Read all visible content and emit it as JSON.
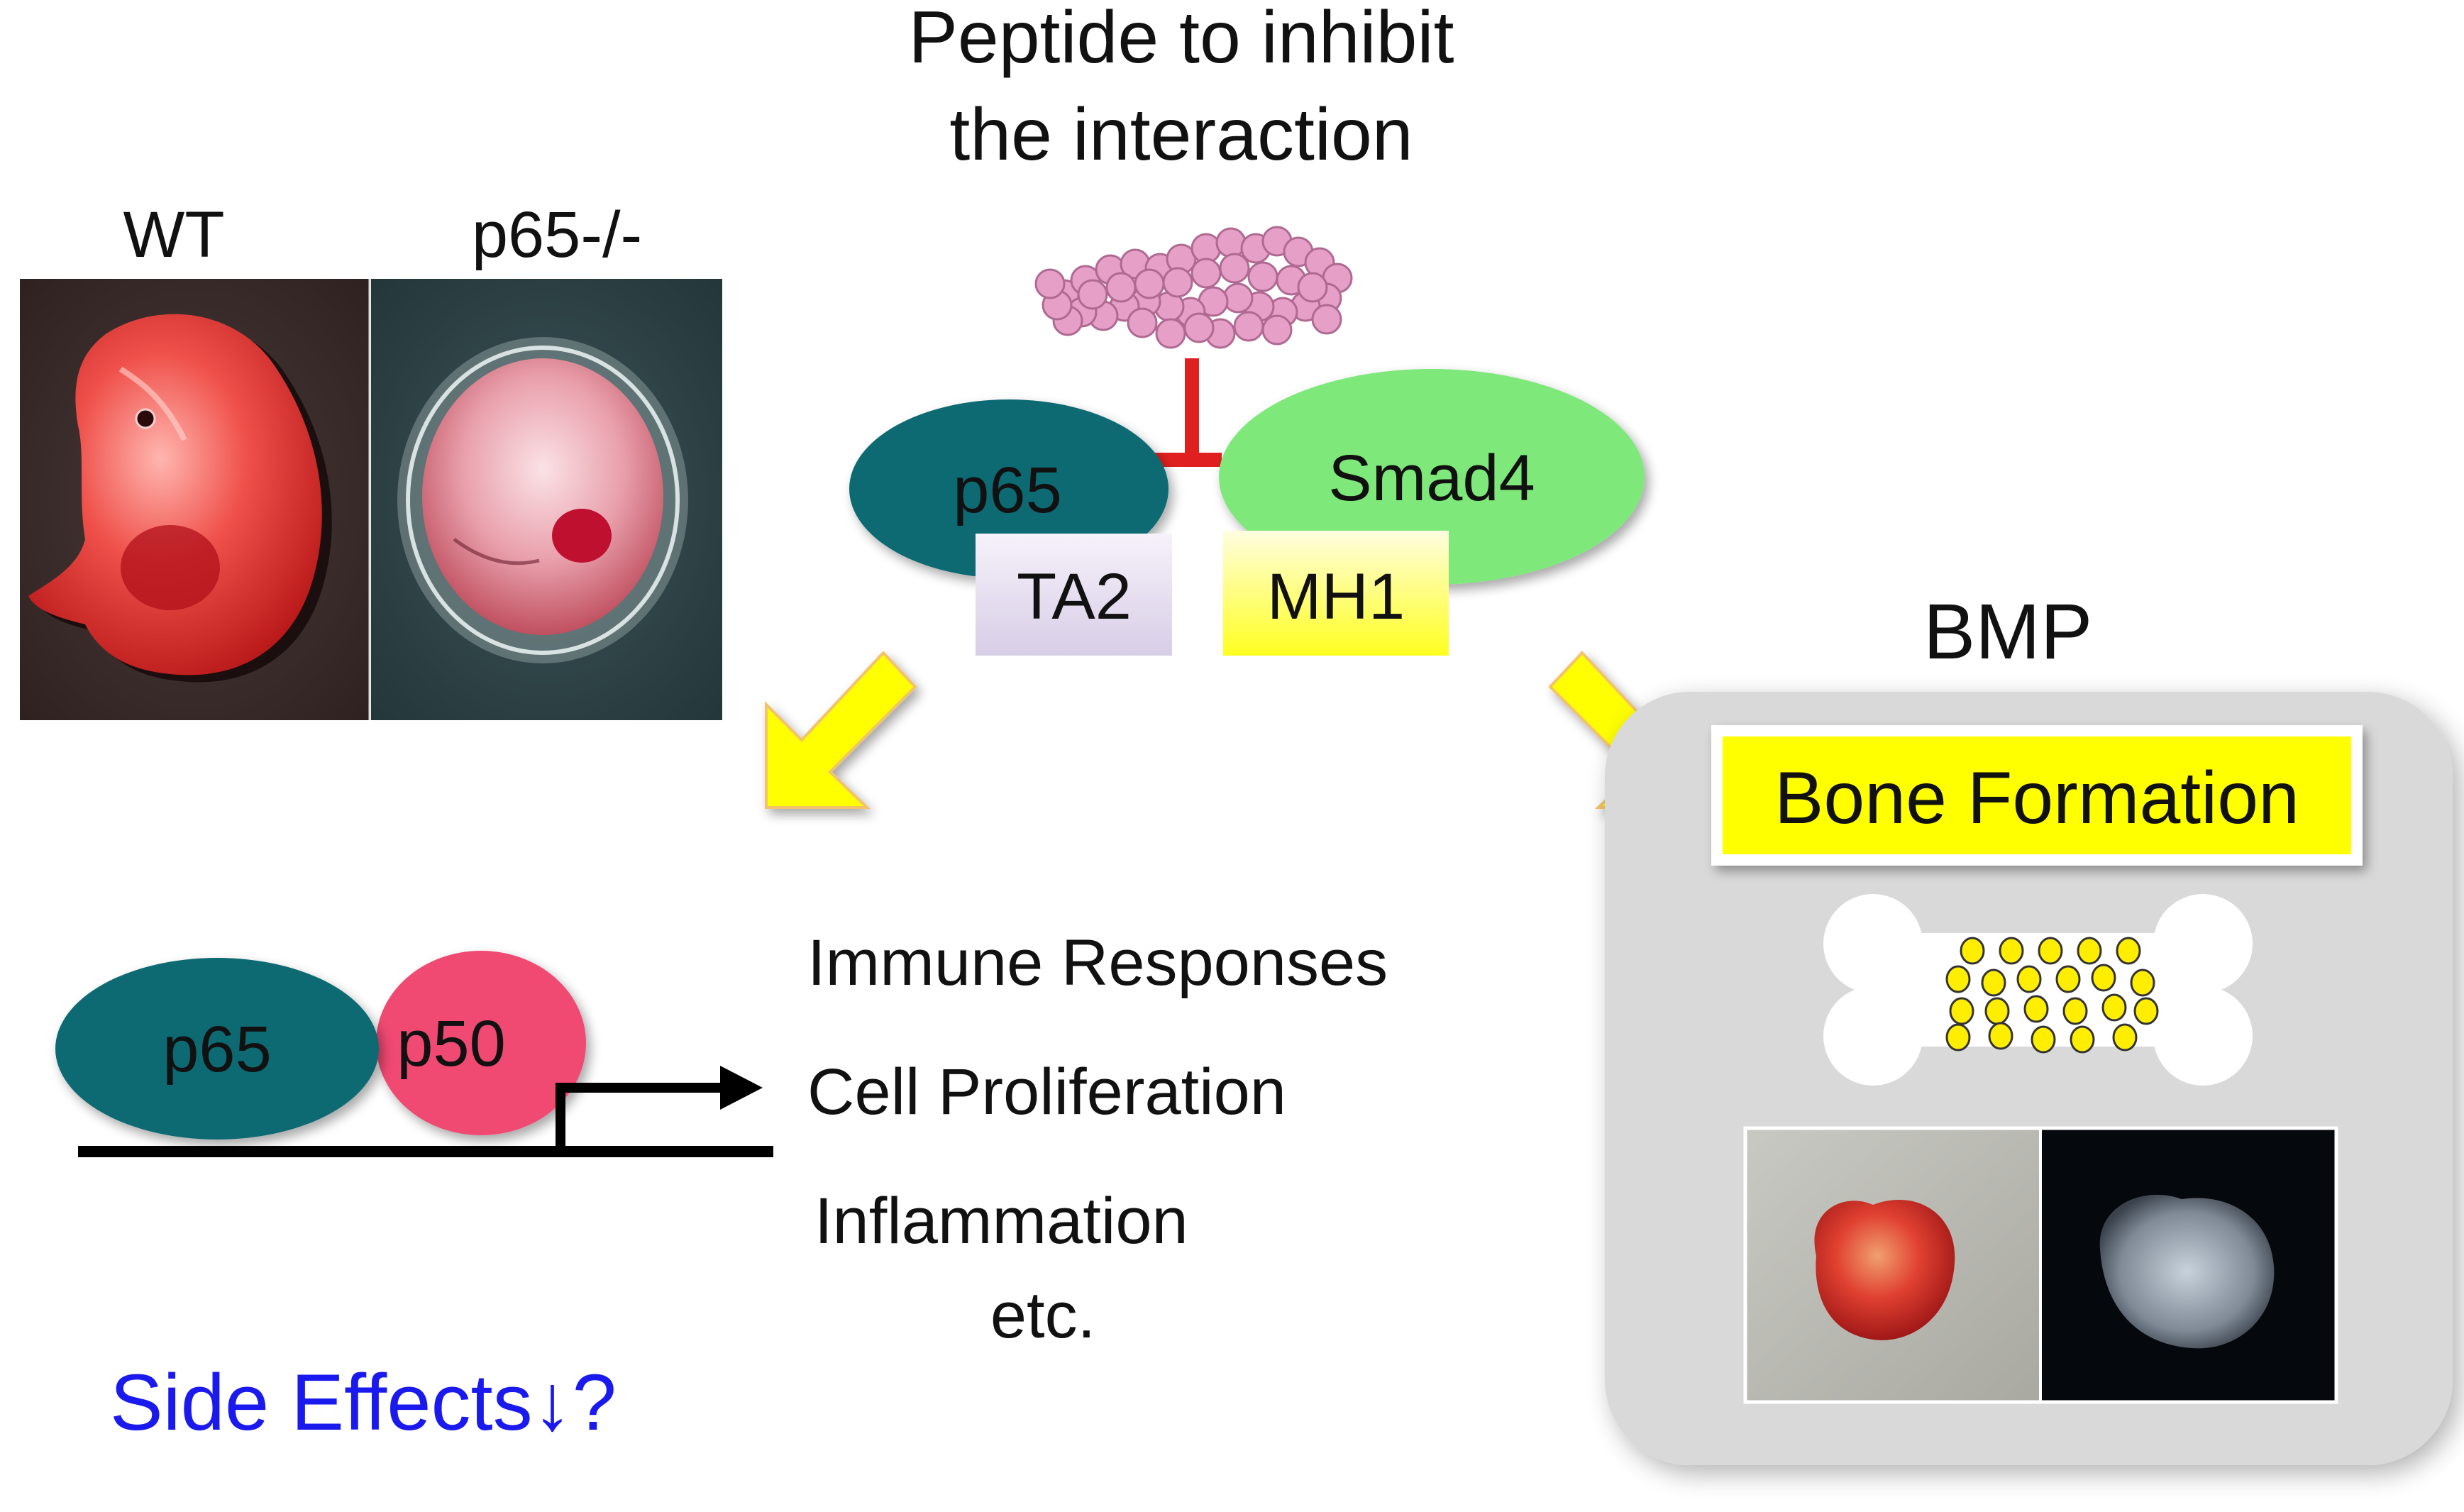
{
  "title": {
    "line1": "Peptide to inhibit",
    "line2": "the interaction"
  },
  "embryo_panel": {
    "wt_label": "WT",
    "ko_label": "p65-/-"
  },
  "complex": {
    "p65_label": "p65",
    "smad4_label": "Smad4",
    "ta2_label": "TA2",
    "mh1_label": "MH1"
  },
  "nfkb": {
    "p65_label": "p65",
    "p50_label": "p50",
    "outcomes": [
      "Immune Responses",
      "Cell Proliferation",
      "Inflammation",
      "etc."
    ],
    "side_effects": "Side Effects↓?"
  },
  "bmp": {
    "label": "BMP",
    "bone_formation": "Bone Formation"
  },
  "colors": {
    "p65": "#0f6b73",
    "smad4": "#7ee87a",
    "p50": "#f04a72",
    "inhibit_bar": "#e02020",
    "arrow_fill": "#ffff00",
    "peptide": "#e6a0c8",
    "side_effects_text": "#1a1aee",
    "bmp_panel": "#d9d9d9",
    "bone_formation_box": "#ffff00"
  }
}
